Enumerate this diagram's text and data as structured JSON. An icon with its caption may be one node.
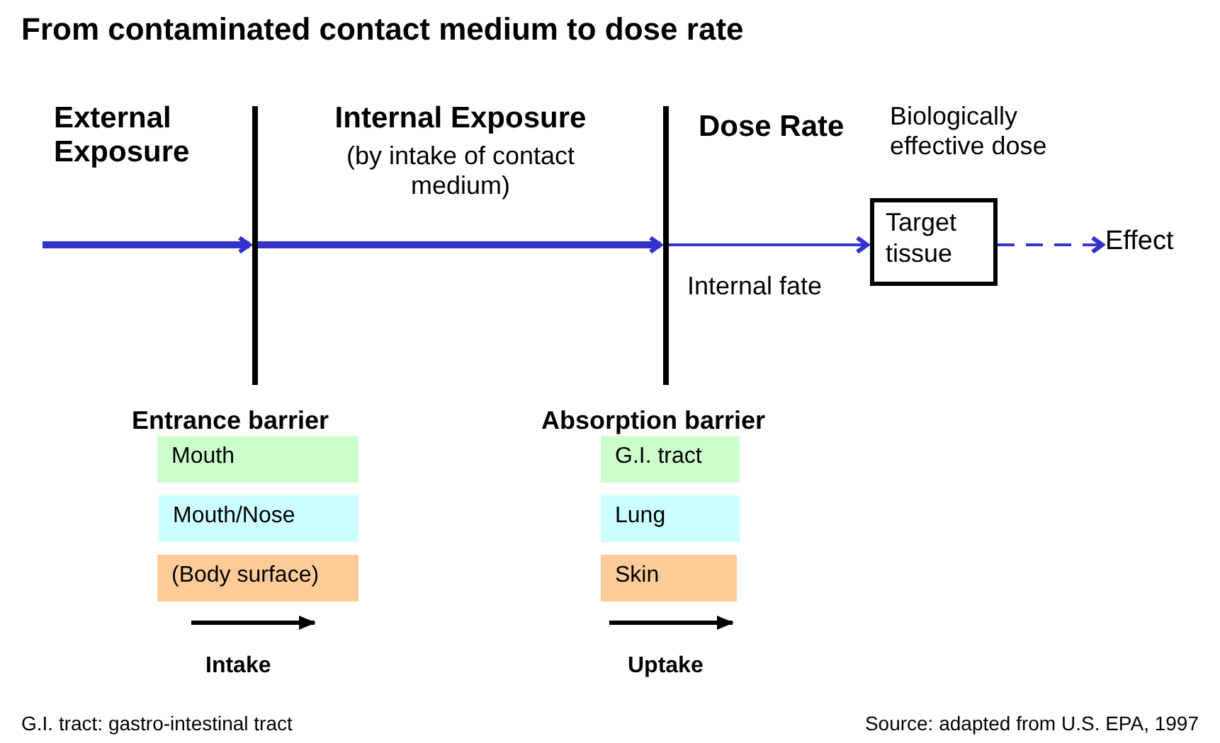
{
  "diagram": {
    "title": "From contaminated contact medium to dose rate",
    "nodes": [
      {
        "text": [],
        "shape": "bar"
      },
      {
        "text": [],
        "shape": "bar"
      },
      {
        "text": [
          "Target tissue"
        ]
      },
      {
        "text": [
          "Effect"
        ]
      },
      {
        "text": [
          "Mouth"
        ]
      },
      {
        "text": [
          "Mouth/Nose"
        ]
      },
      {
        "text": [
          "(Body surface)"
        ]
      },
      {
        "text": [
          "G.I. tract"
        ]
      },
      {
        "text": [
          "Lung"
        ]
      },
      {
        "text": [
          "Skin"
        ]
      }
    ],
    "edges": [
      {
        "from": null,
        "to": 0,
        "arrow": "to",
        "style": "thick"
      },
      {
        "from": 0,
        "to": 1,
        "arrow": "to",
        "style": "thick"
      },
      {
        "from": 1,
        "to": 2,
        "arrow": "to"
      },
      {
        "from": 2,
        "to": 3,
        "arrow": "to",
        "style": "dashed"
      }
    ],
    "labels": [
      "External Exposure",
      "Internal Exposure",
      "(by intake of contact medium)",
      "Dose Rate",
      "Biologically effective dose",
      "Internal fate",
      "Entrance barrier",
      "Absorption barrier",
      "Intake",
      "Uptake",
      "G.I. tract: gastro-intestinal tract",
      "Source: adapted from U.S. EPA, 1997"
    ]
  }
}
